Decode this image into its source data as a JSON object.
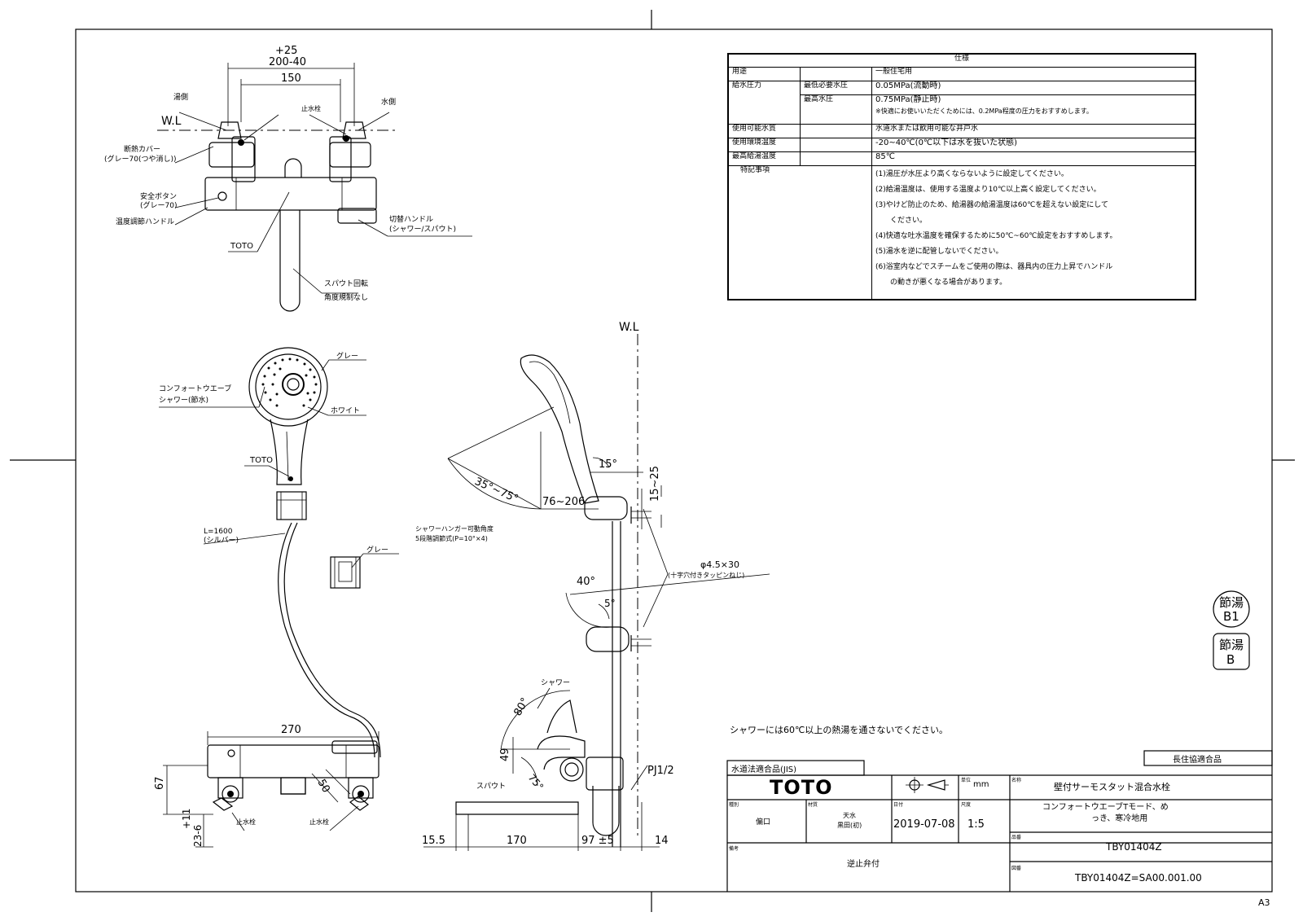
{
  "spec_table": {
    "header": "仕様",
    "rows": [
      {
        "label": "用途",
        "sub": "",
        "value": "一般住宅用"
      },
      {
        "label": "給水圧力",
        "sub": "最低必要水圧",
        "value": "0.05MPa(流動時)"
      },
      {
        "label": "",
        "sub": "最高水圧",
        "value": "0.75MPa(静止時)",
        "note": "※快適にお使いいただくためには、0.2MPa程度の圧力をおすすめします。"
      },
      {
        "label": "使用可能水質",
        "sub": "",
        "value": "水道水または飲用可能な井戸水"
      },
      {
        "label": "使用環境温度",
        "sub": "",
        "value": "-20~40℃(0℃以下は水を抜いた状態)"
      },
      {
        "label": "最高給湯温度",
        "sub": "",
        "value": "85℃"
      }
    ],
    "notes_label": "特記事項",
    "notes": [
      "(1)湯圧が水圧より高くならないように設定してください。",
      "(2)給湯温度は、使用する温度より10℃以上高く設定してください。",
      "(3)やけど防止のため、給湯器の給湯温度は60℃を超えない設定にして",
      "　　ください。",
      "(4)快適な吐水温度を確保するために50℃~60℃設定をおすすめします。",
      "(5)湯水を逆に配管しないでください。",
      "(6)浴室内などでスチームをご使用の際は、器具内の圧力上昇でハンドル",
      "　　の動きが悪くなる場合があります。"
    ]
  },
  "labels": {
    "wl_top": "W.L",
    "wl_side": "W.L",
    "dim_plus25": "+25",
    "dim_200_40": "200-40",
    "dim_150": "150",
    "hot_side": "湯側",
    "water_side": "水側",
    "stop_valve_top": "止水栓",
    "cover": "断熱カバー",
    "cover_color": "(グレー70(つや消し))",
    "safety_button": "安全ボタン",
    "safety_color": "(グレー70)",
    "temp_handle": "温度調節ハンドル",
    "toto_body": "TOTO",
    "switch_handle": "切替ハンドル",
    "switch_handle_sub": "(シャワー/スパウト)",
    "spout_rotation": "スパウト回転",
    "spout_rotation_sub": "角度規制なし",
    "gray_head": "グレー",
    "comfort_wave": "コンフォートウエーブ",
    "shower_saving": "シャワー(節水)",
    "white": "ホワイト",
    "toto_head": "TOTO",
    "hose": "L=1600",
    "hose_color": "(シルバー)",
    "gray_holder": "グレー",
    "angle_15": "15°",
    "dim_15_25": "15~25",
    "angle_35_75": "35°~75°",
    "dim_76_206": "76~206",
    "hanger": "シャワーハンガー可動角度",
    "hanger_sub": "5段階調節式(P=10°×4)",
    "screw": "φ4.5×30",
    "screw_sub": "(十字穴付きタッピンねじ)",
    "angle_40": "40°",
    "angle_5": "5°",
    "shower_label": "シャワー",
    "angle_80": "80°",
    "dim_49": "49",
    "angle_75": "75°",
    "spout_label": "スパウト",
    "pj": "PJ1/2",
    "dim_15_5": "15.5",
    "dim_170": "170",
    "dim_97": "97 ±5",
    "dim_14": "14",
    "dim_270": "270",
    "dim_67": "67",
    "dim_50": "50",
    "dim_11": "+11",
    "dim_23_6": "23-6",
    "stop_valve_left": "止水栓",
    "stop_valve_right": "止水栓",
    "hot_warning": "シャワーには60℃以上の熱湯を通さないでください。",
    "saving_b1_top": "節湯",
    "saving_b1_bottom": "B1",
    "saving_b_top": "節湯",
    "saving_b_bottom": "B",
    "sheet_size": "A3"
  },
  "title_block": {
    "jis": "水道法適合品(JIS)",
    "long_life": "長住協適合品",
    "logo": "TOTO",
    "unit_label": "単位",
    "unit": "mm",
    "name_label": "名称",
    "name_line1": "壁付サーモスタット混合水栓",
    "name_line2": "コンフォートウエーブTモード、め",
    "name_line3": "っき、寒冷地用",
    "type_label": "種別",
    "type_value": "偏口",
    "material_label": "材質",
    "material_value1": "天水",
    "material_value2": "黒田(初)",
    "date_label": "日付",
    "date": "2019-07-08",
    "scale_label": "尺度",
    "scale": "1:5",
    "model_label": "品番",
    "model": "TBY01404Z",
    "remark_label": "備考",
    "remark": "逆止弁付",
    "drawing_no_label": "図番",
    "drawing_no": "TBY01404Z=SA00.001.00"
  }
}
